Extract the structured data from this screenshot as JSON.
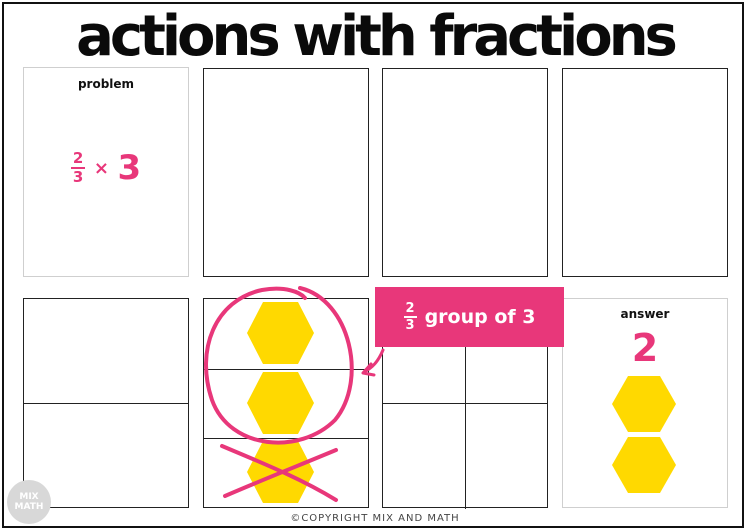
{
  "title": "actions with fractions",
  "problem_card": {
    "label": "problem",
    "fraction": {
      "numerator": "2",
      "denominator": "3"
    },
    "operator": "×",
    "multiplier": "3"
  },
  "callout": {
    "fraction": {
      "numerator": "2",
      "denominator": "3"
    },
    "text": "group of 3"
  },
  "answer_card": {
    "label": "answer",
    "value": "2"
  },
  "colors": {
    "accent": "#e8377a",
    "hexagon": "#ffd900",
    "border": "#222222"
  },
  "footer": {
    "copyright": "©COPYRIGHT MIX AND MATH",
    "logo_text": "MIX MATH"
  }
}
